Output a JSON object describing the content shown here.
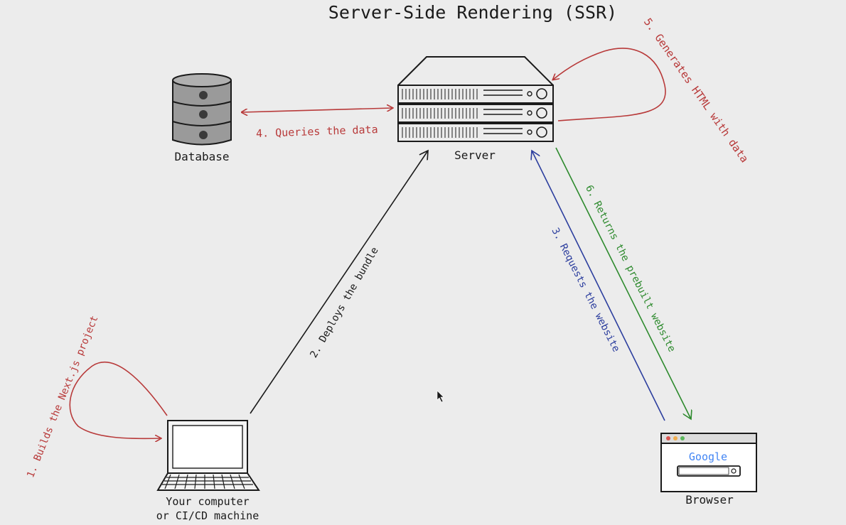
{
  "title": "Server-Side Rendering (SSR)",
  "nodes": {
    "database": "Database",
    "server": "Server",
    "computer_line1": "Your computer",
    "computer_line2": "or CI/CD machine",
    "browser": "Browser",
    "browser_logo": "Google"
  },
  "steps": {
    "step1": "1. Builds the Next.js project",
    "step2": "2. Deploys the bundle",
    "step3": "3. Requests the website",
    "step4": "4. Queries the data",
    "step5": "5. Generates HTML with data",
    "step6": "6. Returns the prebuilt website"
  },
  "colors": {
    "background": "#ececec",
    "ink": "#1a1a1a",
    "red": "#b83a3a",
    "blue": "#2c3e9e",
    "green": "#2d8a2d",
    "db_fill": "#9a9a9a"
  }
}
